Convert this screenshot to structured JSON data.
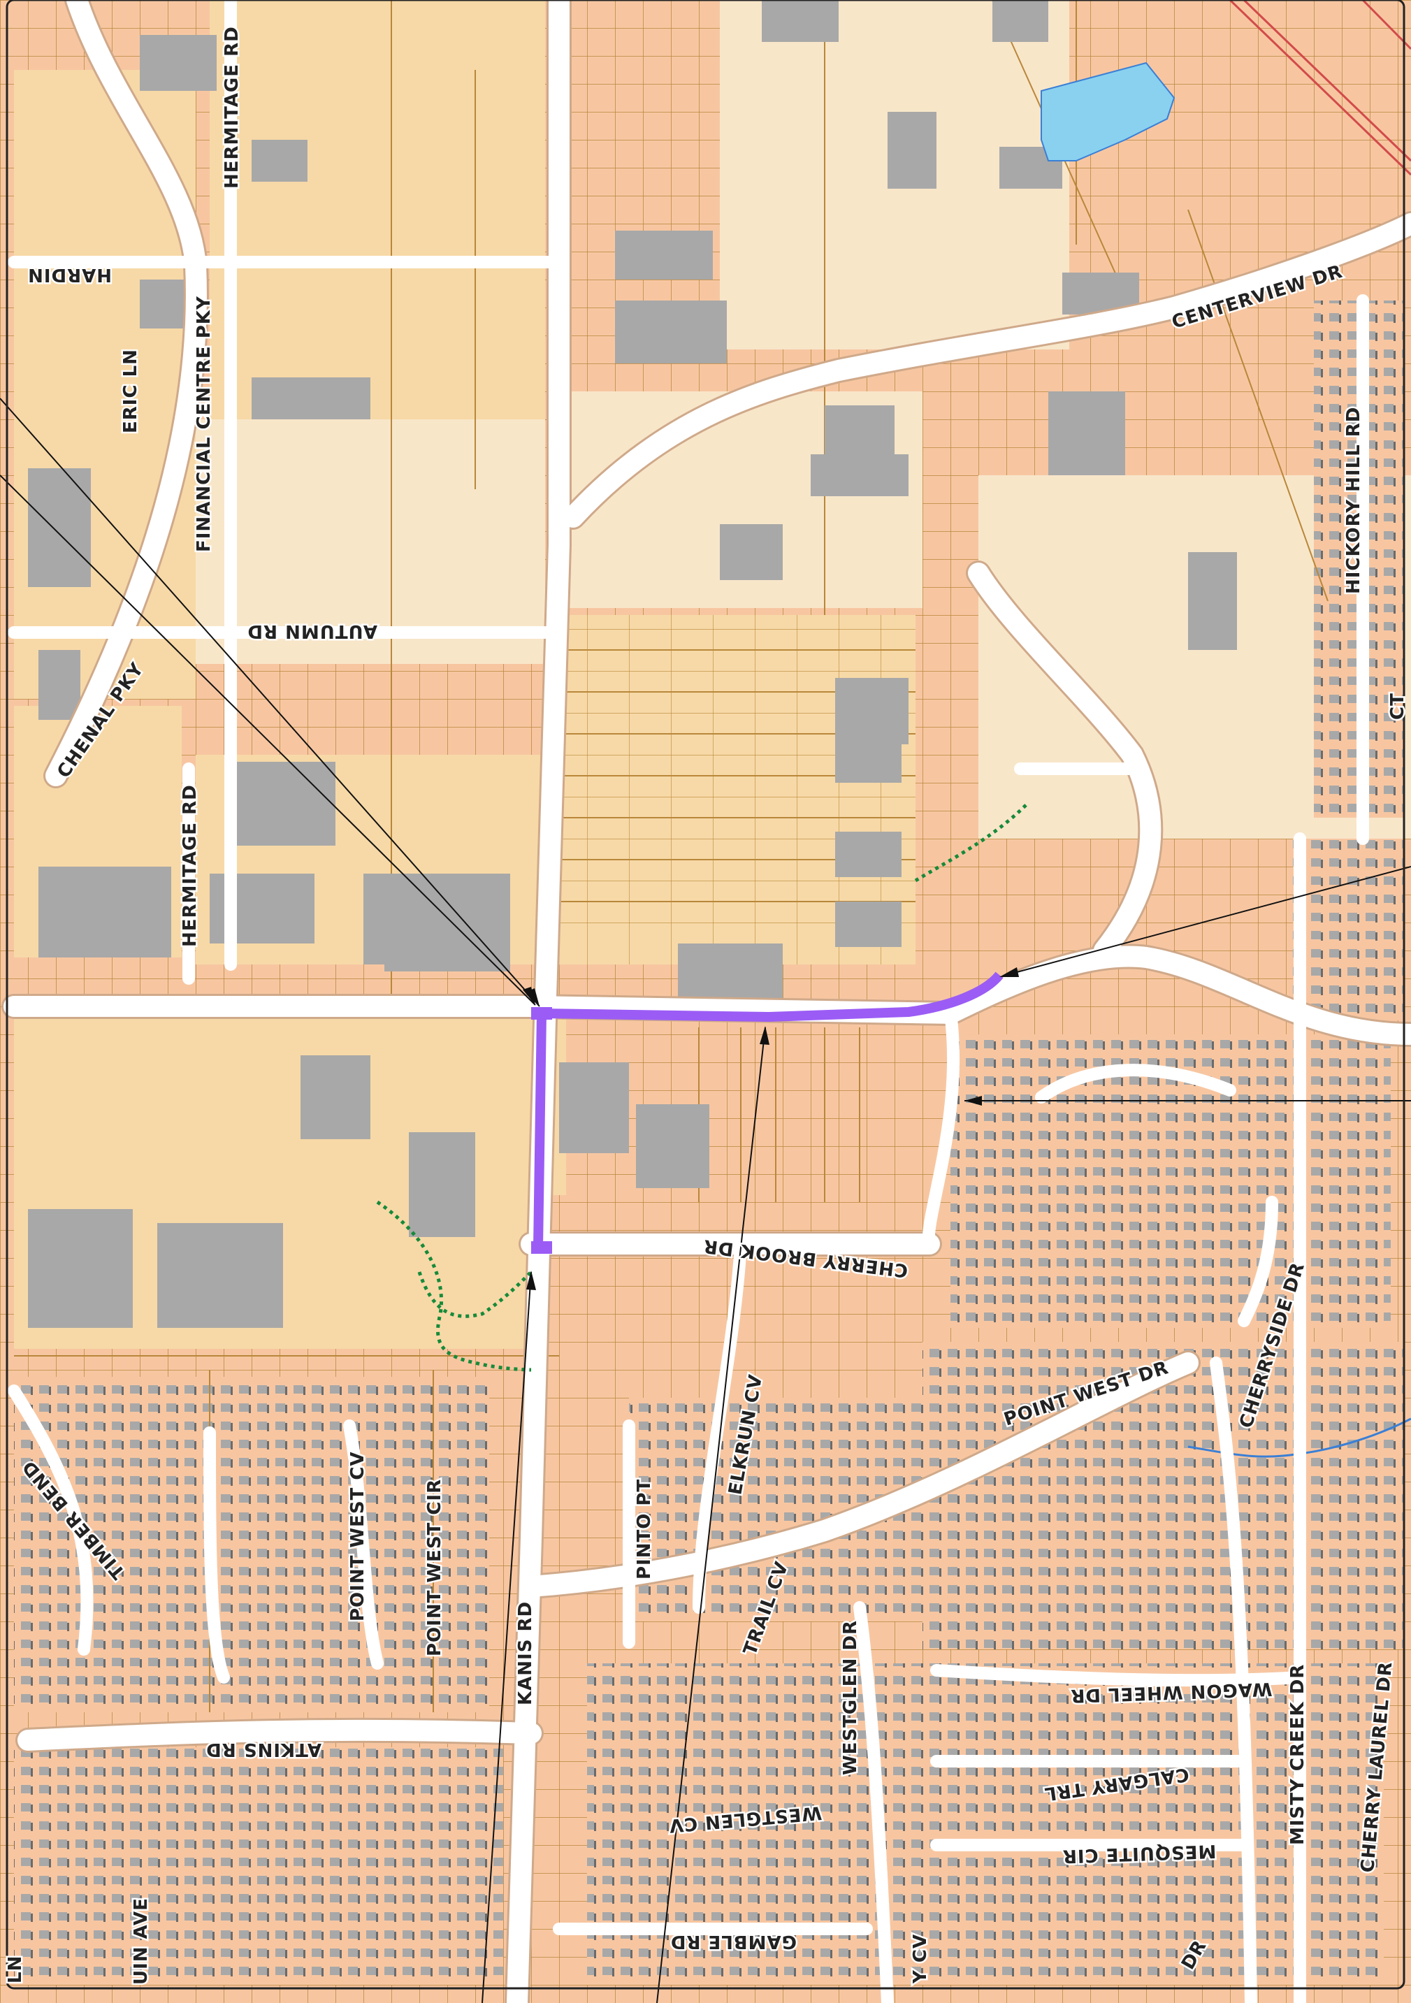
{
  "colors": {
    "background_parcel": "#f7c6a1",
    "commercial": "#f7d9a7",
    "light_lot": "#f8e6c9",
    "street": "#ffffff",
    "street_edge": "#cfa98a",
    "parcel_line": "#b9873a",
    "building": "#a8a8a8",
    "building_shadow": "#6b6b6b",
    "highlight_route": "#9b5cf5",
    "trail": "#168a3a",
    "water": "#89d1ef",
    "creek": "#3a7fd6",
    "rail": "#d24b4b",
    "callout_line": "#111111"
  },
  "labels": {
    "hermitage_rd_top": "HERMITAGE RD",
    "hardin": "HARDIN",
    "eric_ln": "ERIC LN",
    "financial_centre_pky": "FINANCIAL CENTRE PKY",
    "autumn_rd": "AUTUMN RD",
    "chenal_pky": "CHENAL PKY",
    "hermitage_rd_mid": "HERMITAGE RD",
    "centerview_dr": "CENTERVIEW DR",
    "hickory_hill_rd": "HICKORY HILL RD",
    "ct": "CT",
    "cherry_brook_dr": "CHERRY BROOK DR",
    "point_west_dr": "POINT WEST DR",
    "cherryside_dr": "CHERRYSIDE DR",
    "timber_bend": "TIMBER BEND",
    "point_west_cv": "POINT WEST CV",
    "point_west_cir": "POINT WEST CIR",
    "kanis_rd": "KANIS RD",
    "pinto_pt": "PINTO PT",
    "elkrun_cv": "ELKRUN CV",
    "trail_cv": "TRAIL CV",
    "westglen_dr": "WESTGLEN DR",
    "wagon_wheel_dr": "WAGON WHEEL DR",
    "misty_creek_dr": "MISTY CREEK DR",
    "cherry_laurel_dr": "CHERRY LAUREL DR",
    "atkins_rd": "ATKINS RD",
    "calgary_trl": "CALGARY TRL",
    "westglen_cv": "WESTGLEN CV",
    "mesquite_cir": "MESQUITE CIR",
    "uin_ave": "UIN AVE",
    "ln_edge": "LN",
    "gamble_rd": "GAMBLE RD",
    "y_cv": "Y CV",
    "dr_edge": "DR"
  }
}
